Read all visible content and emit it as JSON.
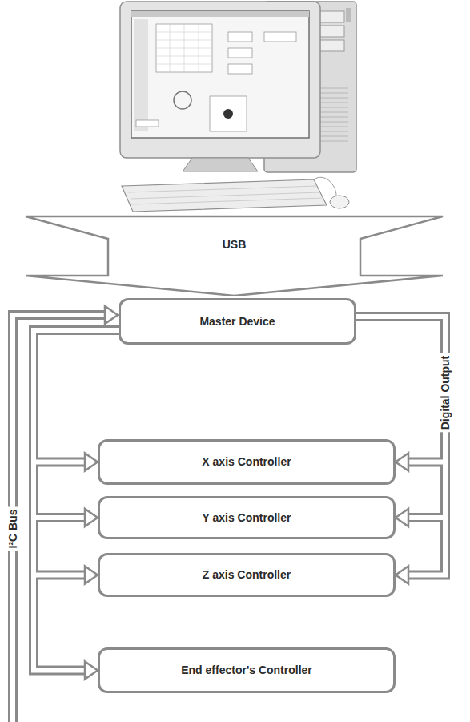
{
  "diagram": {
    "nodes": [
      {
        "text": [
          "USB"
        ]
      },
      {
        "text": [
          "Master Device"
        ]
      },
      {
        "text": [
          "X axis Controller"
        ]
      },
      {
        "text": [
          "Y axis Controller"
        ]
      },
      {
        "text": [
          "Z axis Controller"
        ]
      },
      {
        "text": [
          "End effector's Controller"
        ]
      }
    ],
    "edges": [
      {
        "from": 1,
        "to": 2,
        "arrow": "to"
      },
      {
        "from": 1,
        "to": 3,
        "arrow": "to"
      },
      {
        "from": 1,
        "to": 4,
        "arrow": "to"
      },
      {
        "from": 1,
        "to": 5,
        "arrow": "to"
      },
      {
        "from": 1,
        "to": 2,
        "arrow": "to"
      },
      {
        "from": 1,
        "to": 3,
        "arrow": "to"
      },
      {
        "from": 1,
        "to": 4,
        "arrow": "to"
      }
    ],
    "labels": [
      "I²C Bus",
      "Digital Output"
    ]
  }
}
